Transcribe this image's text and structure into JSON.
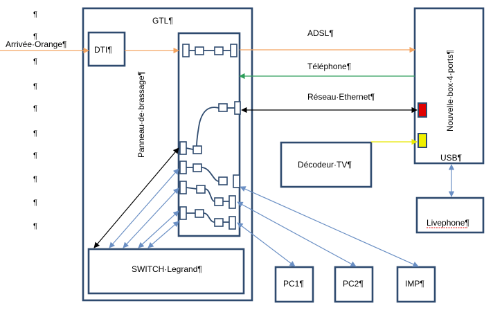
{
  "colors": {
    "box_border": "#2e4a6e",
    "adsl_line": "#f4a460",
    "telephone_line": "#2e9e5a",
    "ethernet_line": "#000000",
    "usb_line": "#6a8fc4",
    "decoder_line": "#e8e800",
    "red_port": "#e00000",
    "yellow_port": "#f0f000"
  },
  "pilcrow": "¶",
  "labels": {
    "arrivee": "Arrivée·Orange¶",
    "gtl": "GTL¶",
    "dti": "DTI¶",
    "panneau": "Panneau·de·brassage¶",
    "adsl": "ADSL¶",
    "telephone": "Téléphone¶",
    "reseau": "Réseau·Ethernet¶",
    "box": "Nouvelle·box·4·ports¶",
    "usb": "USB¶",
    "decodeur": "Décodeur·TV¶",
    "livephone": "Livephone¶",
    "switch": "SWITCH·Legrand¶",
    "pc1": "PC1¶",
    "pc2": "PC2¶",
    "imp": "IMP¶"
  }
}
